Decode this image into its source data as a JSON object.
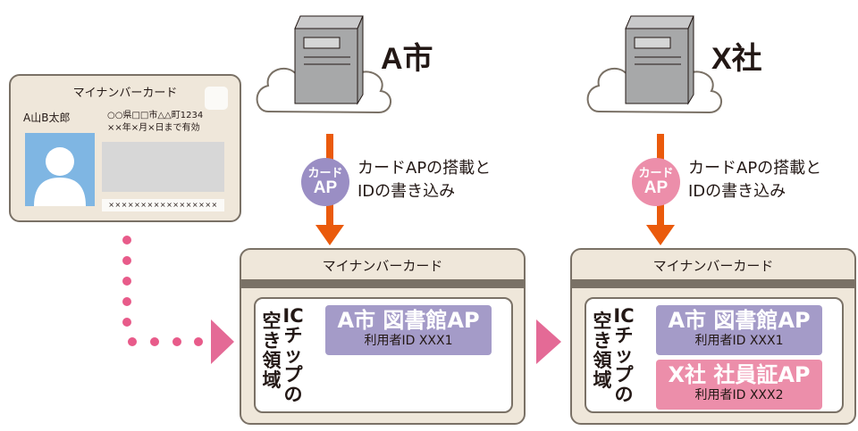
{
  "id_card": {
    "title": "マイナンバーカード",
    "name": "A山B太郎",
    "address": "○○県□□市△△町1234",
    "validity": "××年×月×日まで有効",
    "number": "×××××××××××××××××"
  },
  "left_org": {
    "name": "A市",
    "badge_line1": "カード",
    "badge_line2": "AP",
    "step_line1": "カードAPの搭載と",
    "step_line2": "IDの書き込み"
  },
  "right_org": {
    "name": "X社",
    "badge_line1": "カード",
    "badge_line2": "AP",
    "step_line1": "カードAPの搭載と",
    "step_line2": "IDの書き込み"
  },
  "card_left": {
    "title": "マイナンバーカード",
    "col1": "空き領域",
    "col2": "ICチップの",
    "apps": [
      {
        "name": "A市 図書館AP",
        "id": "利用者ID XXX1"
      }
    ]
  },
  "card_right": {
    "title": "マイナンバーカード",
    "col1": "空き領域",
    "col2": "ICチップの",
    "apps": [
      {
        "name": "A市 図書館AP",
        "id": "利用者ID XXX1"
      },
      {
        "name": "X社 社員証AP",
        "id": "利用者ID XXX2"
      }
    ]
  },
  "colors": {
    "purple": "#a49bc8",
    "badge_purple": "#9a8ec4",
    "pink": "#ec8eaa",
    "arrow_orange": "#ea5a0c",
    "dots_pink": "#e85b8a",
    "card_bg": "#efe7da"
  }
}
